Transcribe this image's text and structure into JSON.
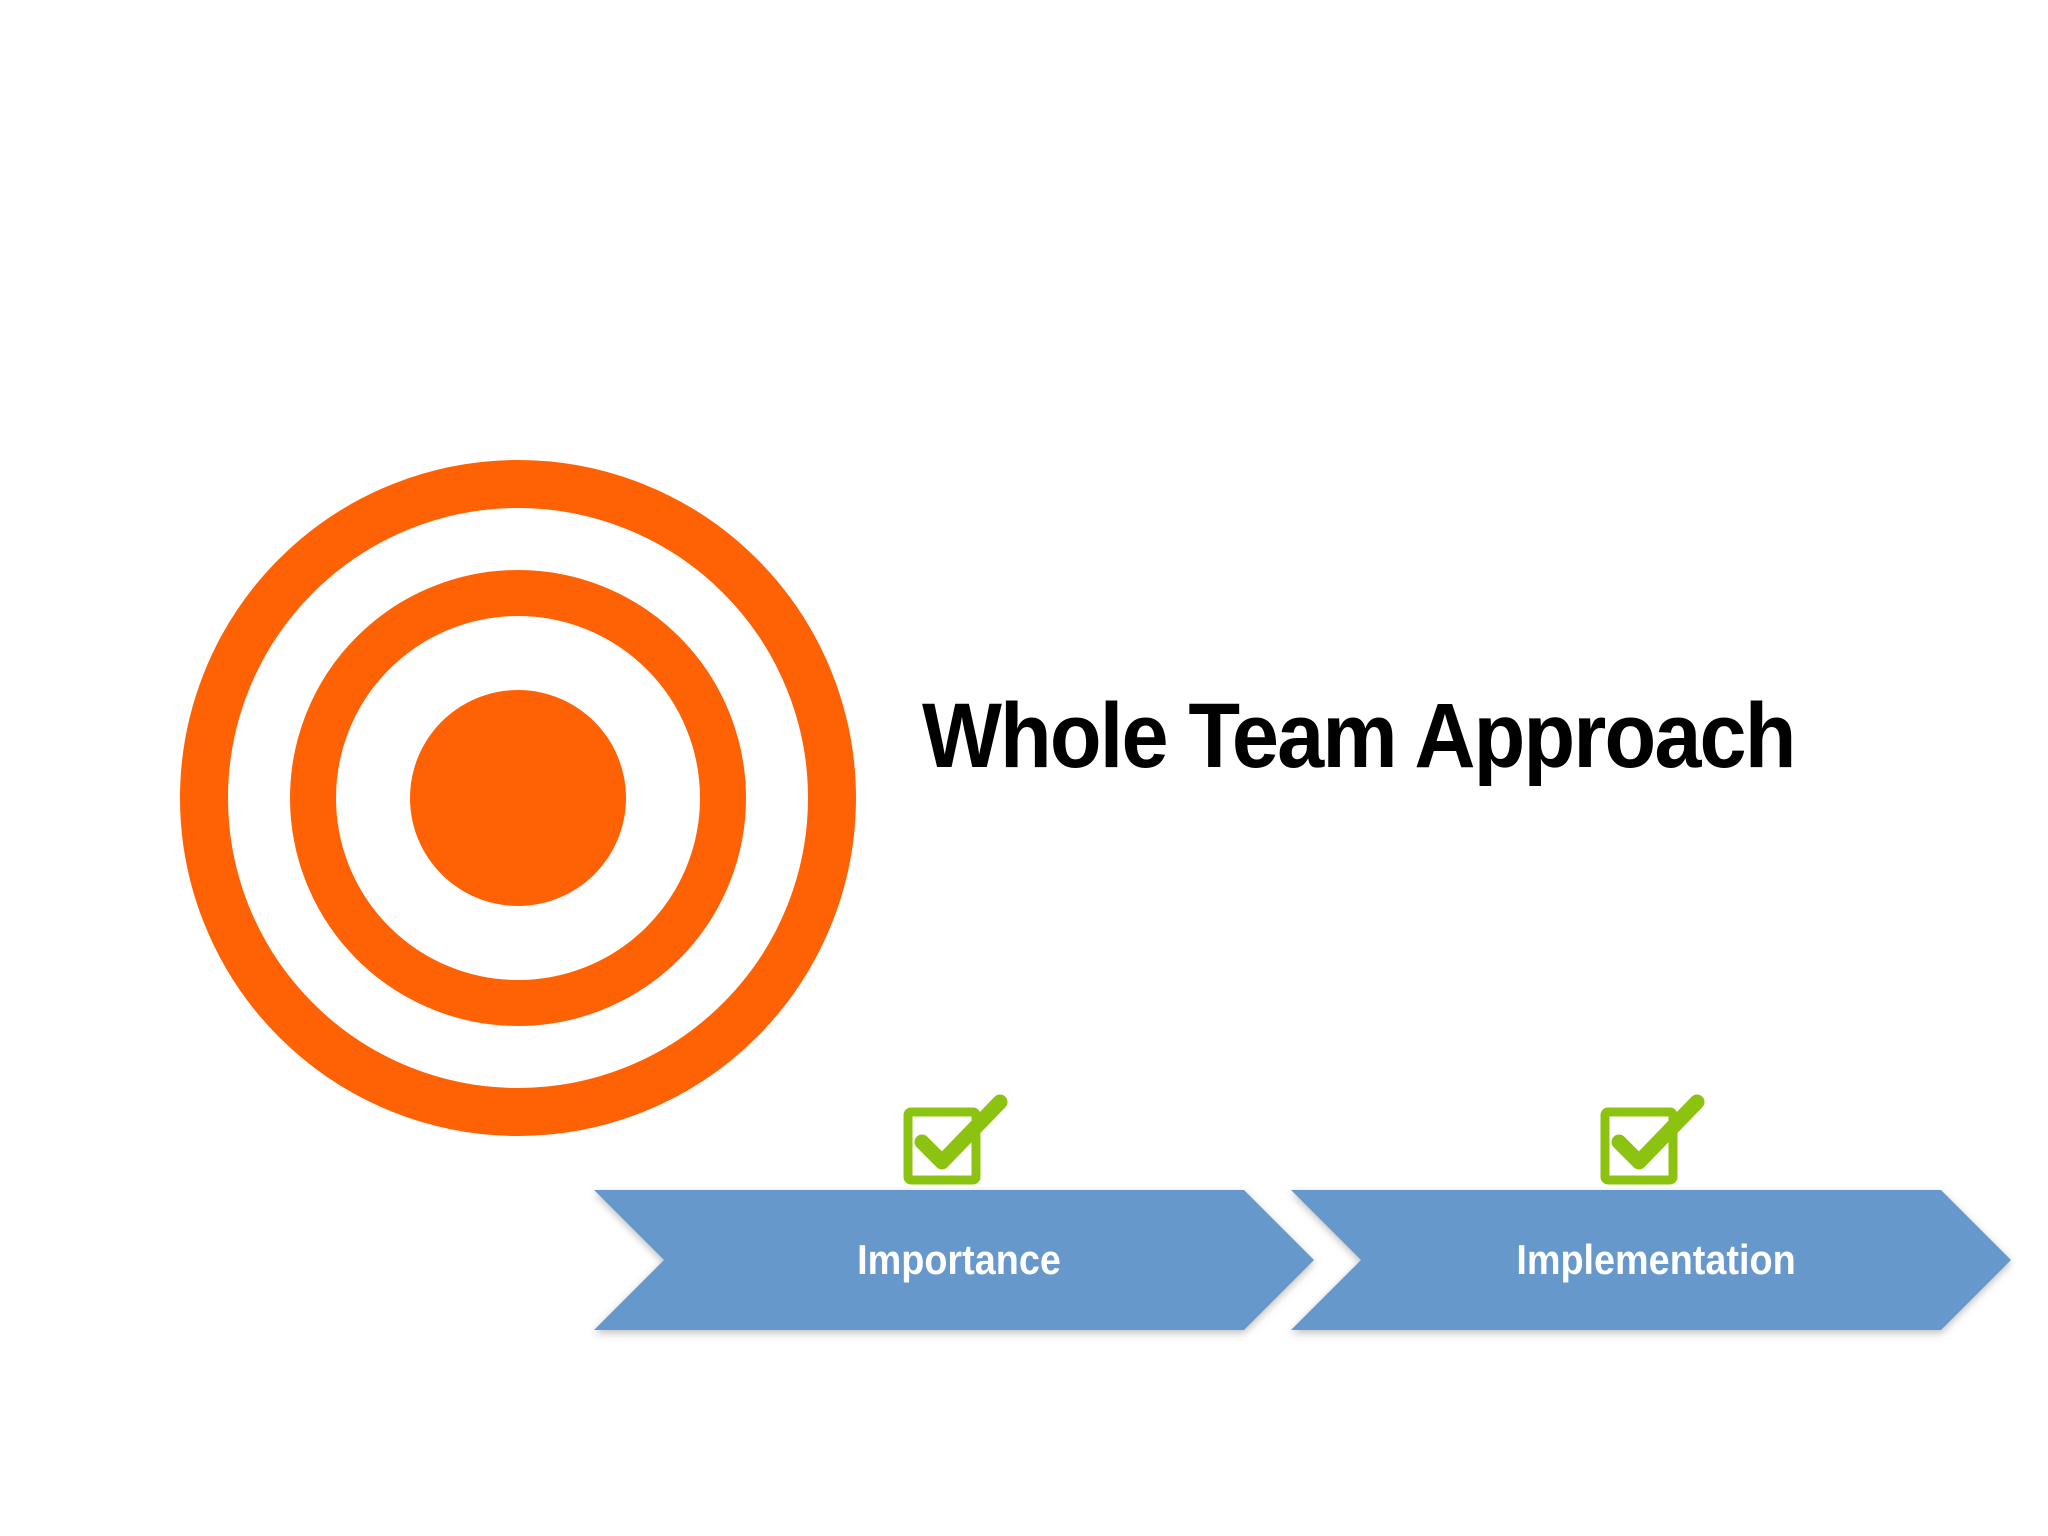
{
  "slide": {
    "title": "Whole Team Approach"
  },
  "steps": [
    {
      "label": "Importance",
      "checked": true,
      "icon": "checkbox-checked-icon"
    },
    {
      "label": "Implementation",
      "checked": true,
      "icon": "checkbox-checked-icon"
    }
  ],
  "colors": {
    "target_orange": "#FF6205",
    "chevron_blue": "#6698CB",
    "check_green": "#8CC311",
    "title_text": "#000000",
    "step_text": "#FFFFFF"
  },
  "icons": {
    "target": "target-icon",
    "check": "checkbox-checked-icon"
  }
}
